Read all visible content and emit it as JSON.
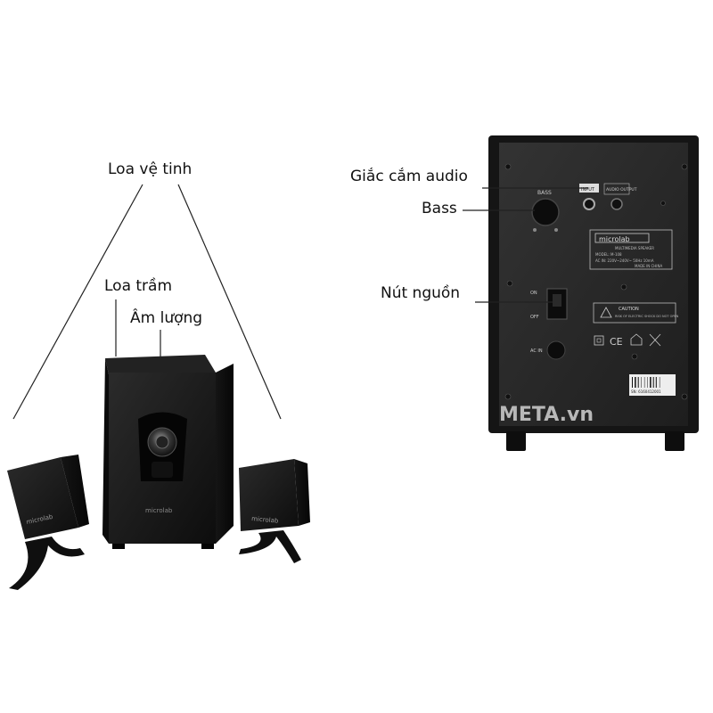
{
  "labels": {
    "satellite": "Loa vệ tinh",
    "subwoofer": "Loa trầm",
    "volume": "Âm lượng",
    "audio_input": "Giắc cắm audio",
    "bass": "Bass",
    "power_switch": "Nút nguồn"
  },
  "product": {
    "brand": "microlab",
    "rear_panel": {
      "bass_knob_label": "BASS",
      "input_label": "INPUT",
      "output_label": "AUDIO OUTPUT",
      "plate_subtitle": "MULTIMEDIA SPEAKER",
      "model_line": "MODEL: M-108",
      "power_line": "AC IN: 220V~240V~ 50Hz 10mA",
      "made_in": "MADE IN CHINA",
      "switch_on": "ON",
      "switch_off": "OFF",
      "ac_in": "AC IN",
      "caution_title": "CAUTION",
      "caution_text": "RISK OF ELECTRIC SHOCK DO NOT OPEN",
      "barcode_text": "SN: 6160412001"
    }
  },
  "watermark": "META.vn",
  "colors": {
    "speaker_body": "#1c1c1c",
    "panel_bg": "#2a2a2a",
    "label_text": "#111111",
    "watermark": "#b8b8b8"
  }
}
